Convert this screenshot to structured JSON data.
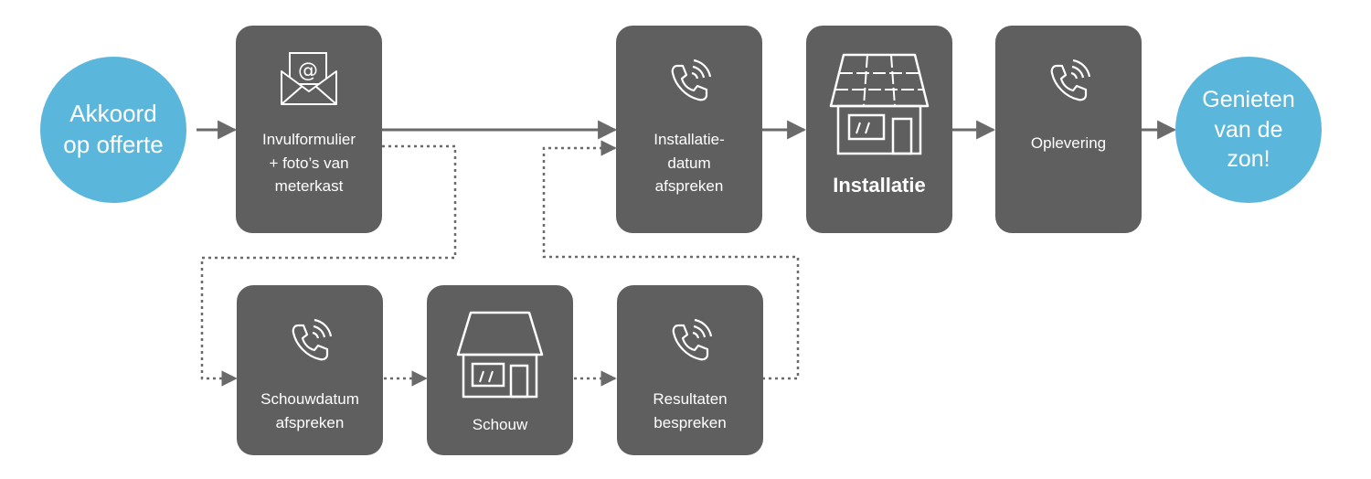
{
  "start": {
    "lines": [
      "Akkoord",
      "op offerte"
    ]
  },
  "end": {
    "lines": [
      "Genieten",
      "van de",
      "zon!"
    ]
  },
  "steps": {
    "invulformulier": {
      "lines": [
        "Invulformulier",
        "+ foto’s van",
        "meterkast"
      ],
      "icon": "email-at-icon"
    },
    "installatie_datum": {
      "lines": [
        "Installatie-",
        "datum",
        "afspreken"
      ],
      "icon": "phone-ringing-icon"
    },
    "installatie": {
      "lines": [
        "Installatie"
      ],
      "icon": "house-solar-panels-icon"
    },
    "oplevering": {
      "lines": [
        "Oplevering"
      ],
      "icon": "phone-ringing-icon"
    },
    "schouwdatum": {
      "lines": [
        "Schouwdatum",
        "afspreken"
      ],
      "icon": "phone-ringing-icon"
    },
    "schouw": {
      "lines": [
        "Schouw"
      ],
      "icon": "house-icon"
    },
    "resultaten": {
      "lines": [
        "Resultaten",
        "bespreken"
      ],
      "icon": "phone-ringing-icon"
    }
  },
  "colors": {
    "circle": "#5bb6dc",
    "box": "#5f5f5f",
    "connector": "#6a6a6a",
    "text": "#ffffff"
  }
}
